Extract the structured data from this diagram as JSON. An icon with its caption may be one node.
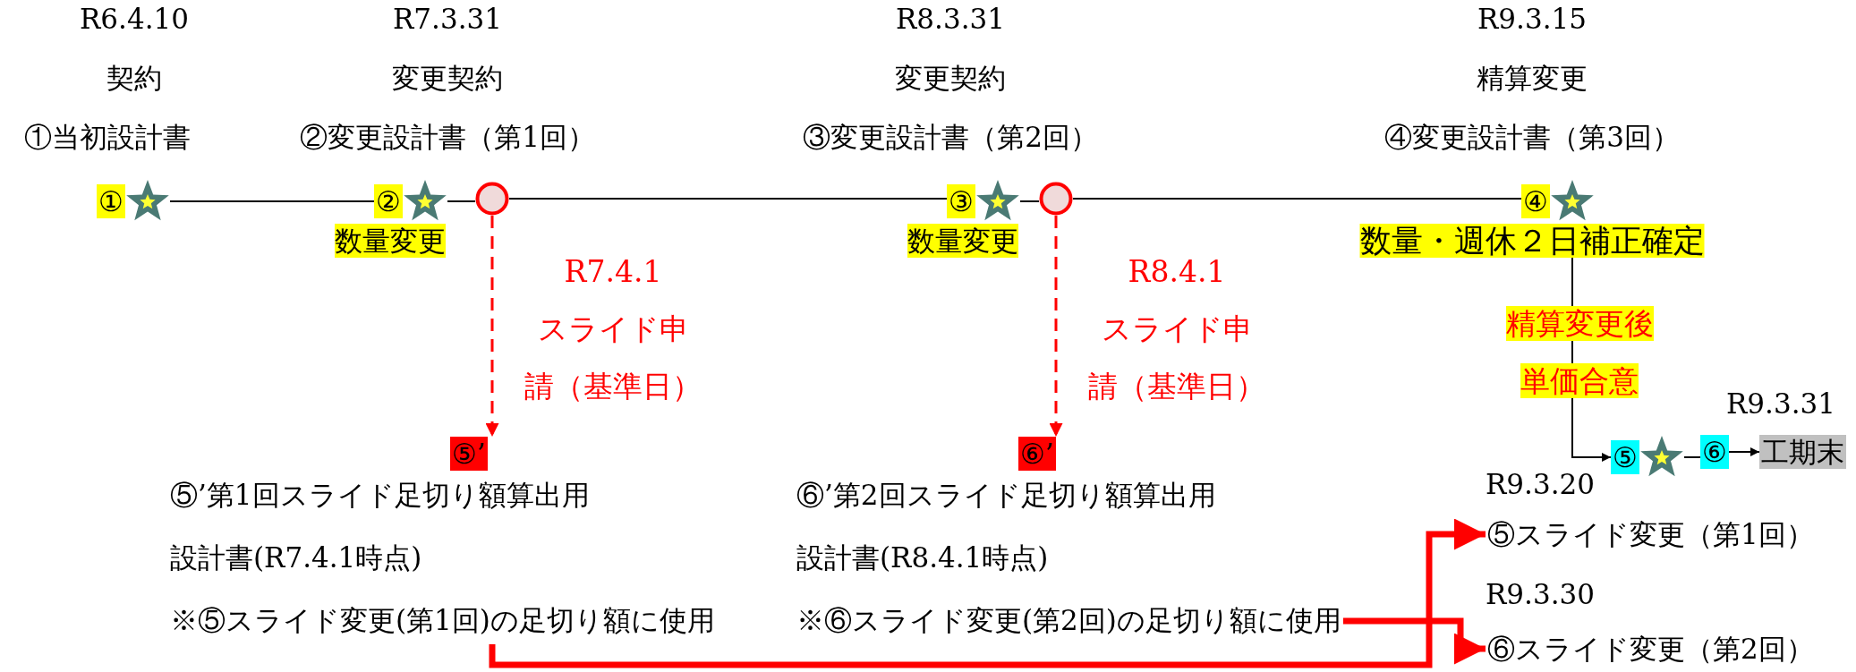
{
  "diagram": {
    "nodes": [
      {
        "text": [
          "①"
        ],
        "beside": [
          "R6.4.10",
          "契約",
          "①当初設計書"
        ]
      },
      {
        "text": [
          "②"
        ],
        "beside": [
          "R7.3.31",
          "変更契約",
          "②変更設計書（第1回）",
          "数量変更"
        ]
      },
      {
        "text": [],
        "shape": "circle"
      },
      {
        "text": [
          "③"
        ],
        "beside": [
          "R8.3.31",
          "変更契約",
          "③変更設計書（第2回）",
          "数量変更"
        ]
      },
      {
        "text": [],
        "shape": "circle"
      },
      {
        "text": [
          "④"
        ],
        "beside": [
          "R9.3.15",
          "精算変更",
          "④変更設計書（第3回）",
          "数量・週休２日補正確定"
        ]
      },
      {
        "text": [
          "⑤’"
        ]
      },
      {
        "text": [
          "⑤’第1回スライド足切り額算出用",
          "設計書(R7.4.1時点)",
          "※⑤スライド変更(第1回)の足切り額に使用"
        ]
      },
      {
        "text": [
          "⑥’"
        ]
      },
      {
        "text": [
          "⑥’第2回スライド足切り額算出用",
          "設計書(R8.4.1時点)",
          "※⑥スライド変更(第2回)の足切り額に使用"
        ]
      },
      {
        "text": [
          "⑤"
        ]
      },
      {
        "text": [
          "⑥"
        ]
      },
      {
        "text": [
          "工期末"
        ],
        "beside": [
          "R9.3.31"
        ]
      },
      {
        "text": [
          "⑤スライド変更（第1回）"
        ],
        "beside": [
          "R9.3.20"
        ]
      },
      {
        "text": [
          "⑥スライド変更（第2回）"
        ],
        "beside": [
          "R9.3.30"
        ]
      }
    ],
    "edges": [
      {
        "from": 0,
        "to": 1,
        "arrow": "none"
      },
      {
        "from": 1,
        "to": 2,
        "arrow": "none"
      },
      {
        "from": 2,
        "to": 3,
        "arrow": "none"
      },
      {
        "from": 3,
        "to": 4,
        "arrow": "none"
      },
      {
        "from": 4,
        "to": 5,
        "arrow": "none"
      },
      {
        "from": 2,
        "to": 6,
        "arrow": "to",
        "label": "R7.4.1スライド申請（基準日）",
        "style": "dashed",
        "color": "#ff0000"
      },
      {
        "from": 4,
        "to": 8,
        "arrow": "to",
        "label": "R8.4.1スライド申請（基準日）",
        "style": "dashed",
        "color": "#ff0000"
      },
      {
        "from": 5,
        "to": 10,
        "arrow": "to",
        "label": "精算変更後単価合意"
      },
      {
        "from": 10,
        "to": 11,
        "arrow": "none"
      },
      {
        "from": 11,
        "to": 12,
        "arrow": "to"
      },
      {
        "from": 7,
        "to": 13,
        "arrow": "to",
        "style": "thick",
        "color": "#ff0000"
      },
      {
        "from": 9,
        "to": 14,
        "arrow": "to",
        "style": "thick",
        "color": "#ff0000"
      }
    ]
  }
}
